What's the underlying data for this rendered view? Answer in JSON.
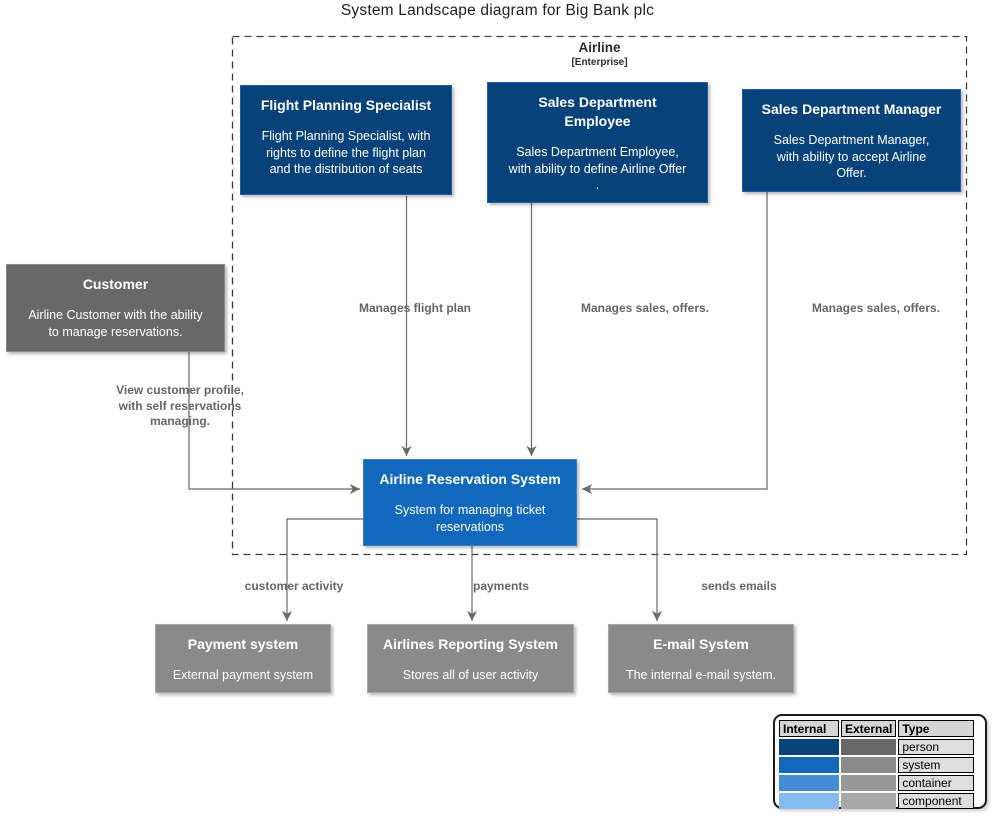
{
  "title": "System Landscape diagram for Big Bank plc",
  "boundary": {
    "label": "Airline",
    "sublabel": "[Enterprise]"
  },
  "nodes": {
    "flight_planning_specialist": {
      "title": "Flight Planning Specialist",
      "desc": "Flight Planning Specialist, with\nrights to define the flight plan\nand the distribution of seats"
    },
    "sales_department_employee": {
      "title": "Sales Department\nEmployee",
      "desc": "Sales Department Employee,\nwith ability to define Airline Offer\n."
    },
    "sales_department_manager": {
      "title": "Sales Department Manager",
      "desc": "Sales Department Manager,\nwith ability to accept Airline\nOffer."
    },
    "customer": {
      "title": "Customer",
      "desc": "Airline Customer with the ability\nto manage reservations."
    },
    "airline_reservation_system": {
      "title": "Airline Reservation System",
      "desc": "System for managing ticket\nreservations"
    },
    "payment_system": {
      "title": "Payment system",
      "desc": "External payment system"
    },
    "airlines_reporting_system": {
      "title": "Airlines Reporting System",
      "desc": "Stores all of user activity"
    },
    "email_system": {
      "title": "E-mail System",
      "desc": "The internal e-mail system."
    }
  },
  "edges": {
    "manages_flight_plan": "Manages flight plan",
    "manages_sales_offers_1": "Manages sales, offers.",
    "manages_sales_offers_2": "Manages sales, offers.",
    "view_customer_profile": "View customer profile,\nwith self reservations\nmanaging.",
    "customer_activity": "customer activity",
    "payments": "payments",
    "sends_emails": "sends emails"
  },
  "legend": {
    "headers": [
      "Internal",
      "External",
      "Type"
    ],
    "rows": [
      {
        "type": "person",
        "internal": "#08427B",
        "external": "#686868"
      },
      {
        "type": "system",
        "internal": "#1168BD",
        "external": "#8A8A8A"
      },
      {
        "type": "container",
        "internal": "#438DD5",
        "external": "#989898"
      },
      {
        "type": "component",
        "internal": "#85BBF0",
        "external": "#A8A8A8"
      }
    ]
  },
  "colors": {
    "internal_person": "#08427B",
    "internal_system": "#1168BD",
    "external_person": "#686868",
    "external_system": "#8A8A8A",
    "edge": "#696969"
  }
}
